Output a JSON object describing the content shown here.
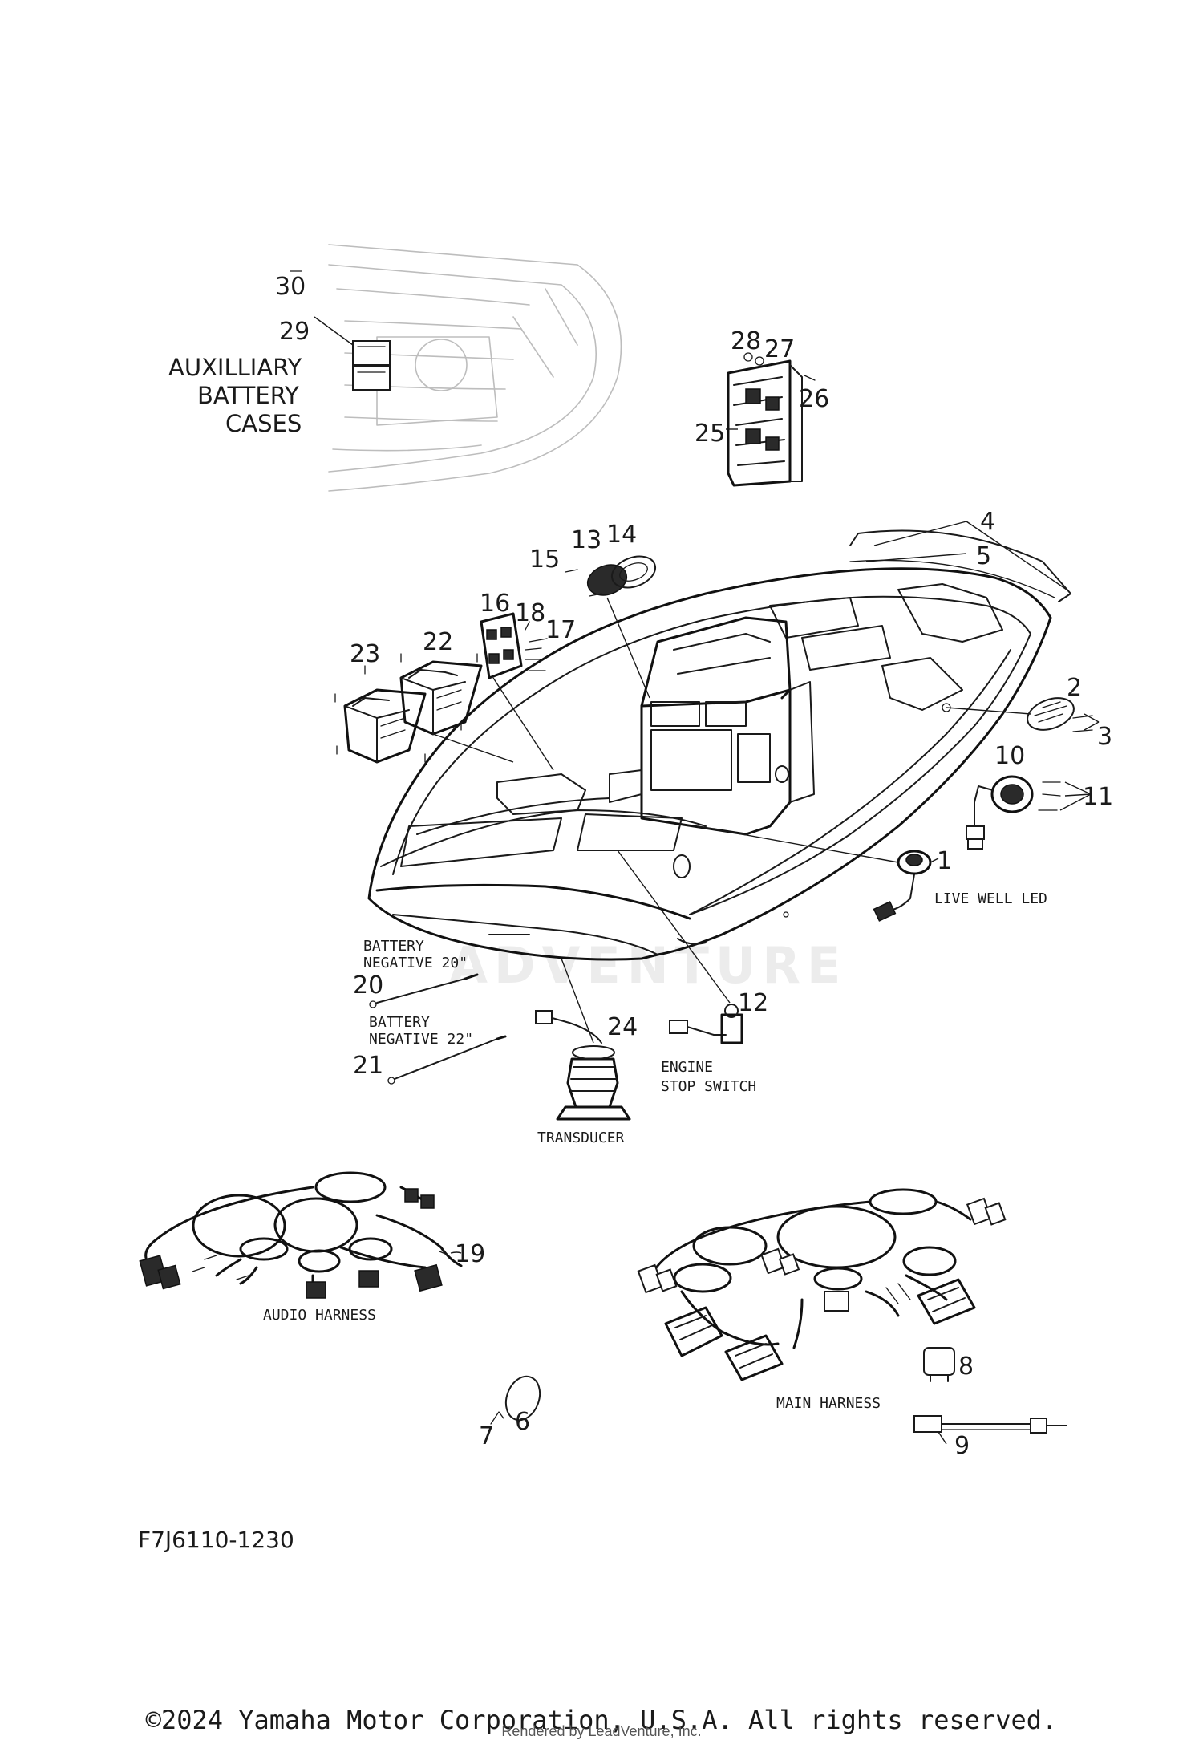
{
  "diagram_code": "F7J6110-1230",
  "watermark": "ADVENTURE",
  "copyright": "©2024 Yamaha Motor Corporation, U.S.A. All rights reserved.",
  "render_credit": "Rendered by LeadVenture, Inc.",
  "captions": {
    "aux_line1": "AUXILLIARY",
    "aux_line2": "BATTERY",
    "aux_line3": "CASES",
    "live_well": "LIVE WELL LED",
    "batt20_line1": "BATTERY",
    "batt20_line2": "NEGATIVE 20\"",
    "batt22_line1": "BATTERY",
    "batt22_line2": "NEGATIVE 22\"",
    "engine_line1": "ENGINE",
    "engine_line2": "STOP SWITCH",
    "transducer": "TRANSDUCER",
    "audio_harness": "AUDIO HARNESS",
    "main_harness": "MAIN HARNESS"
  },
  "callouts": {
    "c1": "1",
    "c2": "2",
    "c3": "3",
    "c4": "4",
    "c5": "5",
    "c6": "6",
    "c7": "7",
    "c8": "8",
    "c9": "9",
    "c10": "10",
    "c11": "11",
    "c12": "12",
    "c13": "13",
    "c14": "14",
    "c15": "15",
    "c16": "16",
    "c17": "17",
    "c18": "18",
    "c19": "19",
    "c20": "20",
    "c21": "21",
    "c22": "22",
    "c23": "23",
    "c24": "24",
    "c25": "25",
    "c26": "26",
    "c27": "27",
    "c28": "28",
    "c29": "29",
    "c30": "30"
  }
}
